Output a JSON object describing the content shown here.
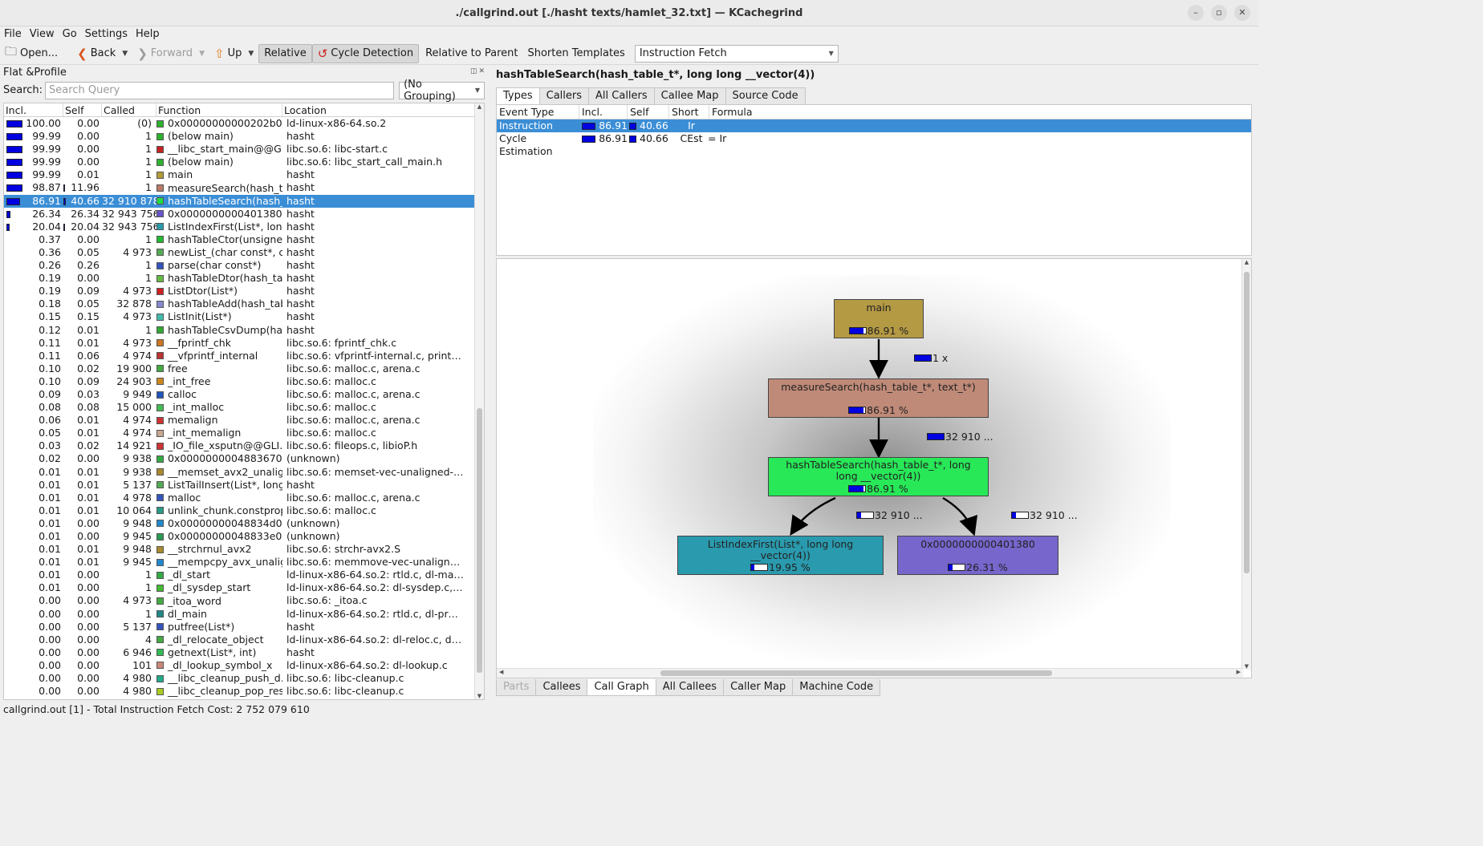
{
  "window": {
    "title": "./callgrind.out [./hasht texts/hamlet_32.txt] — KCachegrind"
  },
  "menu": [
    "File",
    "View",
    "Go",
    "Settings",
    "Help"
  ],
  "toolbar": {
    "open": "Open...",
    "back": "Back",
    "forward": "Forward",
    "up": "Up",
    "relative": "Relative",
    "cycle_detection": "Cycle Detection",
    "relative_to_parent": "Relative to Parent",
    "shorten_templates": "Shorten Templates",
    "event_type": "Instruction Fetch"
  },
  "flat_profile": {
    "title": "Flat &Profile",
    "search_label": "Search:",
    "search_placeholder": "Search Query",
    "grouping": "(No Grouping)",
    "columns": [
      "Incl.",
      "Self",
      "Called",
      "Function",
      "Location"
    ],
    "rows": [
      {
        "incl": "100.00",
        "self": "0.00",
        "called": "(0)",
        "func": "0x00000000000202b0",
        "loc": "ld-linux-x86-64.so.2",
        "color": "#2db22d",
        "ib": 100,
        "sb": 0
      },
      {
        "incl": "99.99",
        "self": "0.00",
        "called": "1",
        "func": "(below main)",
        "loc": "hasht",
        "color": "#2db22d",
        "ib": 100,
        "sb": 0
      },
      {
        "incl": "99.99",
        "self": "0.00",
        "called": "1",
        "func": "__libc_start_main@@G...",
        "loc": "libc.so.6: libc-start.c",
        "color": "#c42222",
        "ib": 100,
        "sb": 0
      },
      {
        "incl": "99.99",
        "self": "0.00",
        "called": "1",
        "func": "(below main)",
        "loc": "libc.so.6: libc_start_call_main.h",
        "color": "#2db22d",
        "ib": 100,
        "sb": 0
      },
      {
        "incl": "99.99",
        "self": "0.01",
        "called": "1",
        "func": "main",
        "loc": "hasht",
        "color": "#b59a3a",
        "ib": 100,
        "sb": 0
      },
      {
        "incl": "98.87",
        "self": "11.96",
        "called": "1",
        "func": "measureSearch(hash_ta...",
        "loc": "hasht",
        "color": "#b87a6a",
        "ib": 99,
        "sb": 12
      },
      {
        "incl": "86.91",
        "self": "40.66",
        "called": "32 910 878",
        "func": "hashTableSearch(hash_...",
        "loc": "hasht",
        "color": "#22dd44",
        "ib": 87,
        "sb": 41,
        "sel": true
      },
      {
        "incl": "26.34",
        "self": "26.34",
        "called": "32 943 756",
        "func": "0x0000000000401380",
        "loc": "hasht",
        "color": "#6655cc",
        "ib": 26,
        "sb": 0
      },
      {
        "incl": "20.04",
        "self": "20.04",
        "called": "32 943 756",
        "func": "ListIndexFirst(List*, lon...",
        "loc": "hasht",
        "color": "#2a9aaa",
        "ib": 20,
        "sb": 20
      },
      {
        "incl": "0.37",
        "self": "0.00",
        "called": "1",
        "func": "hashTableCtor(unsigne...",
        "loc": "hasht",
        "color": "#22bb33",
        "ib": 0,
        "sb": 0
      },
      {
        "incl": "0.36",
        "self": "0.05",
        "called": "4 973",
        "func": "newList_(char const*, c...",
        "loc": "hasht",
        "color": "#55aa55",
        "ib": 0,
        "sb": 0
      },
      {
        "incl": "0.26",
        "self": "0.26",
        "called": "1",
        "func": "parse(char const*)",
        "loc": "hasht",
        "color": "#3355bb",
        "ib": 0,
        "sb": 0
      },
      {
        "incl": "0.19",
        "self": "0.00",
        "called": "1",
        "func": "hashTableDtor(hash_ta...",
        "loc": "hasht",
        "color": "#66bb44",
        "ib": 0,
        "sb": 0
      },
      {
        "incl": "0.19",
        "self": "0.09",
        "called": "4 973",
        "func": "ListDtor(List*)",
        "loc": "hasht",
        "color": "#cc2222",
        "ib": 0,
        "sb": 0
      },
      {
        "incl": "0.18",
        "self": "0.05",
        "called": "32 878",
        "func": "hashTableAdd(hash_tab...",
        "loc": "hasht",
        "color": "#8888cc",
        "ib": 0,
        "sb": 0
      },
      {
        "incl": "0.15",
        "self": "0.15",
        "called": "4 973",
        "func": "ListInit(List*)",
        "loc": "hasht",
        "color": "#44bbaa",
        "ib": 0,
        "sb": 0
      },
      {
        "incl": "0.12",
        "self": "0.01",
        "called": "1",
        "func": "hashTableCsvDump(has...",
        "loc": "hasht",
        "color": "#33aa33",
        "ib": 0,
        "sb": 0
      },
      {
        "incl": "0.11",
        "self": "0.01",
        "called": "4 973",
        "func": "__fprintf_chk",
        "loc": "libc.so.6: fprintf_chk.c",
        "color": "#cc7722",
        "ib": 0,
        "sb": 0
      },
      {
        "incl": "0.11",
        "self": "0.06",
        "called": "4 974",
        "func": "__vfprintf_internal",
        "loc": "libc.so.6: vfprintf-internal.c, printf-p...",
        "color": "#bb3333",
        "ib": 0,
        "sb": 0
      },
      {
        "incl": "0.10",
        "self": "0.02",
        "called": "19 900",
        "func": "free",
        "loc": "libc.so.6: malloc.c, arena.c",
        "color": "#44aa44",
        "ib": 0,
        "sb": 0
      },
      {
        "incl": "0.10",
        "self": "0.09",
        "called": "24 903",
        "func": "_int_free",
        "loc": "libc.so.6: malloc.c",
        "color": "#cc8822",
        "ib": 0,
        "sb": 0
      },
      {
        "incl": "0.09",
        "self": "0.03",
        "called": "9 949",
        "func": "calloc",
        "loc": "libc.so.6: malloc.c, arena.c",
        "color": "#2255bb",
        "ib": 0,
        "sb": 0
      },
      {
        "incl": "0.08",
        "self": "0.08",
        "called": "15 000",
        "func": "_int_malloc",
        "loc": "libc.so.6: malloc.c",
        "color": "#44bb55",
        "ib": 0,
        "sb": 0
      },
      {
        "incl": "0.06",
        "self": "0.01",
        "called": "4 974",
        "func": "memalign",
        "loc": "libc.so.6: malloc.c, arena.c",
        "color": "#cc3333",
        "ib": 0,
        "sb": 0
      },
      {
        "incl": "0.05",
        "self": "0.01",
        "called": "4 974",
        "func": "_int_memalign",
        "loc": "libc.so.6: malloc.c",
        "color": "#c8a890",
        "ib": 0,
        "sb": 0
      },
      {
        "incl": "0.03",
        "self": "0.02",
        "called": "14 921",
        "func": "_IO_file_xsputn@@GLI...",
        "loc": "libc.so.6: fileops.c, libioP.h",
        "color": "#cc3333",
        "ib": 0,
        "sb": 0
      },
      {
        "incl": "0.02",
        "self": "0.00",
        "called": "9 938",
        "func": "0x0000000004883670",
        "loc": "(unknown)",
        "color": "#33aa44",
        "ib": 0,
        "sb": 0
      },
      {
        "incl": "0.01",
        "self": "0.01",
        "called": "9 938",
        "func": "__memset_avx2_unalig...",
        "loc": "libc.so.6: memset-vec-unaligned-er...",
        "color": "#a88a30",
        "ib": 0,
        "sb": 0
      },
      {
        "incl": "0.01",
        "self": "0.01",
        "called": "5 137",
        "func": "ListTailInsert(List*, long...",
        "loc": "hasht",
        "color": "#55aa55",
        "ib": 0,
        "sb": 0
      },
      {
        "incl": "0.01",
        "self": "0.01",
        "called": "4 978",
        "func": "malloc",
        "loc": "libc.so.6: malloc.c, arena.c",
        "color": "#3355bb",
        "ib": 0,
        "sb": 0
      },
      {
        "incl": "0.01",
        "self": "0.01",
        "called": "10 064",
        "func": "unlink_chunk.constprop.0",
        "loc": "libc.so.6: malloc.c",
        "color": "#2a9a88",
        "ib": 0,
        "sb": 0
      },
      {
        "incl": "0.01",
        "self": "0.00",
        "called": "9 948",
        "func": "0x00000000048834d0",
        "loc": "(unknown)",
        "color": "#2288cc",
        "ib": 0,
        "sb": 0
      },
      {
        "incl": "0.01",
        "self": "0.00",
        "called": "9 945",
        "func": "0x00000000048833e0",
        "loc": "(unknown)",
        "color": "#2a9a55",
        "ib": 0,
        "sb": 0
      },
      {
        "incl": "0.01",
        "self": "0.01",
        "called": "9 948",
        "func": "__strchrnul_avx2",
        "loc": "libc.so.6: strchr-avx2.S",
        "color": "#a88a30",
        "ib": 0,
        "sb": 0
      },
      {
        "incl": "0.01",
        "self": "0.01",
        "called": "9 945",
        "func": "__mempcpy_avx_unalig...",
        "loc": "libc.so.6: memmove-vec-unaligned-e...",
        "color": "#2288cc",
        "ib": 0,
        "sb": 0
      },
      {
        "incl": "0.01",
        "self": "0.00",
        "called": "1",
        "func": "_dl_start",
        "loc": "ld-linux-x86-64.so.2: rtld.c, dl-machi...",
        "color": "#33aa44",
        "ib": 0,
        "sb": 0
      },
      {
        "incl": "0.01",
        "self": "0.00",
        "called": "1",
        "func": "_dl_sysdep_start",
        "loc": "ld-linux-x86-64.so.2: dl-sysdep.c, dl-s...",
        "color": "#44bb33",
        "ib": 0,
        "sb": 0
      },
      {
        "incl": "0.00",
        "self": "0.00",
        "called": "4 973",
        "func": "_itoa_word",
        "loc": "libc.so.6: _itoa.c",
        "color": "#44aa44",
        "ib": 0,
        "sb": 0
      },
      {
        "incl": "0.00",
        "self": "0.00",
        "called": "1",
        "func": "dl_main",
        "loc": "ld-linux-x86-64.so.2: rtld.c, dl-prop.h...",
        "color": "#228888",
        "ib": 0,
        "sb": 0
      },
      {
        "incl": "0.00",
        "self": "0.00",
        "called": "5 137",
        "func": "putfree(List*)",
        "loc": "hasht",
        "color": "#3355bb",
        "ib": 0,
        "sb": 0
      },
      {
        "incl": "0.00",
        "self": "0.00",
        "called": "4",
        "func": "_dl_relocate_object",
        "loc": "ld-linux-x86-64.so.2: dl-reloc.c, dl-m...",
        "color": "#44aa44",
        "ib": 0,
        "sb": 0
      },
      {
        "incl": "0.00",
        "self": "0.00",
        "called": "6 946",
        "func": "getnext(List*, int)",
        "loc": "hasht",
        "color": "#33bb55",
        "ib": 0,
        "sb": 0
      },
      {
        "incl": "0.00",
        "self": "0.00",
        "called": "101",
        "func": "_dl_lookup_symbol_x",
        "loc": "ld-linux-x86-64.so.2: dl-lookup.c",
        "color": "#c88878",
        "ib": 0,
        "sb": 0
      },
      {
        "incl": "0.00",
        "self": "0.00",
        "called": "4 980",
        "func": "__libc_cleanup_push_d...",
        "loc": "libc.so.6: libc-cleanup.c",
        "color": "#22aa88",
        "ib": 0,
        "sb": 0
      },
      {
        "incl": "0.00",
        "self": "0.00",
        "called": "4 980",
        "func": "__libc_cleanup_pop_res...",
        "loc": "libc.so.6: libc-cleanup.c",
        "color": "#aacc22",
        "ib": 0,
        "sb": 0
      }
    ]
  },
  "detail": {
    "title": "hashTableSearch(hash_table_t*, long long __vector(4))",
    "top_tabs": [
      "Types",
      "Callers",
      "All Callers",
      "Callee Map",
      "Source Code"
    ],
    "types_columns": [
      "Event Type",
      "Incl.",
      "Self",
      "Short",
      "Formula"
    ],
    "types_rows": [
      {
        "type": "Instruction Fetch",
        "incl": "86.91",
        "self": "40.66",
        "short": "Ir",
        "formula": ""
      },
      {
        "type": "Cycle Estimation",
        "incl": "86.91",
        "self": "40.66",
        "short": "CEst",
        "formula": "= Ir"
      }
    ],
    "bottom_tabs": [
      "Parts",
      "Callees",
      "Call Graph",
      "All Callees",
      "Caller Map",
      "Machine Code"
    ]
  },
  "call_graph": {
    "nodes": {
      "main": {
        "name": "main",
        "cost": "86.91 %",
        "pct": 0.87,
        "color": "#b59a44"
      },
      "measure": {
        "name": "measureSearch(hash_table_t*, text_t*)",
        "cost": "86.91 %",
        "pct": 0.87,
        "color": "#c08a78"
      },
      "search": {
        "name": "hashTableSearch(hash_table_t*, long long __vector(4))",
        "cost": "86.91 %",
        "pct": 0.87,
        "color": "#28e858"
      },
      "listindex": {
        "name": "ListIndexFirst(List*, long long __vector(4))",
        "cost": "19.95 %",
        "pct": 0.2,
        "color": "#2a9aae"
      },
      "addr": {
        "name": "0x0000000000401380",
        "cost": "26.31 %",
        "pct": 0.26,
        "color": "#7766cc"
      }
    },
    "edges": {
      "main_measure": "1 x",
      "measure_search": "32 910 ...",
      "search_listindex": "32 910 ...",
      "search_addr": "32 910 ..."
    }
  },
  "status": "callgrind.out [1] - Total Instruction Fetch Cost: 2 752 079 610"
}
